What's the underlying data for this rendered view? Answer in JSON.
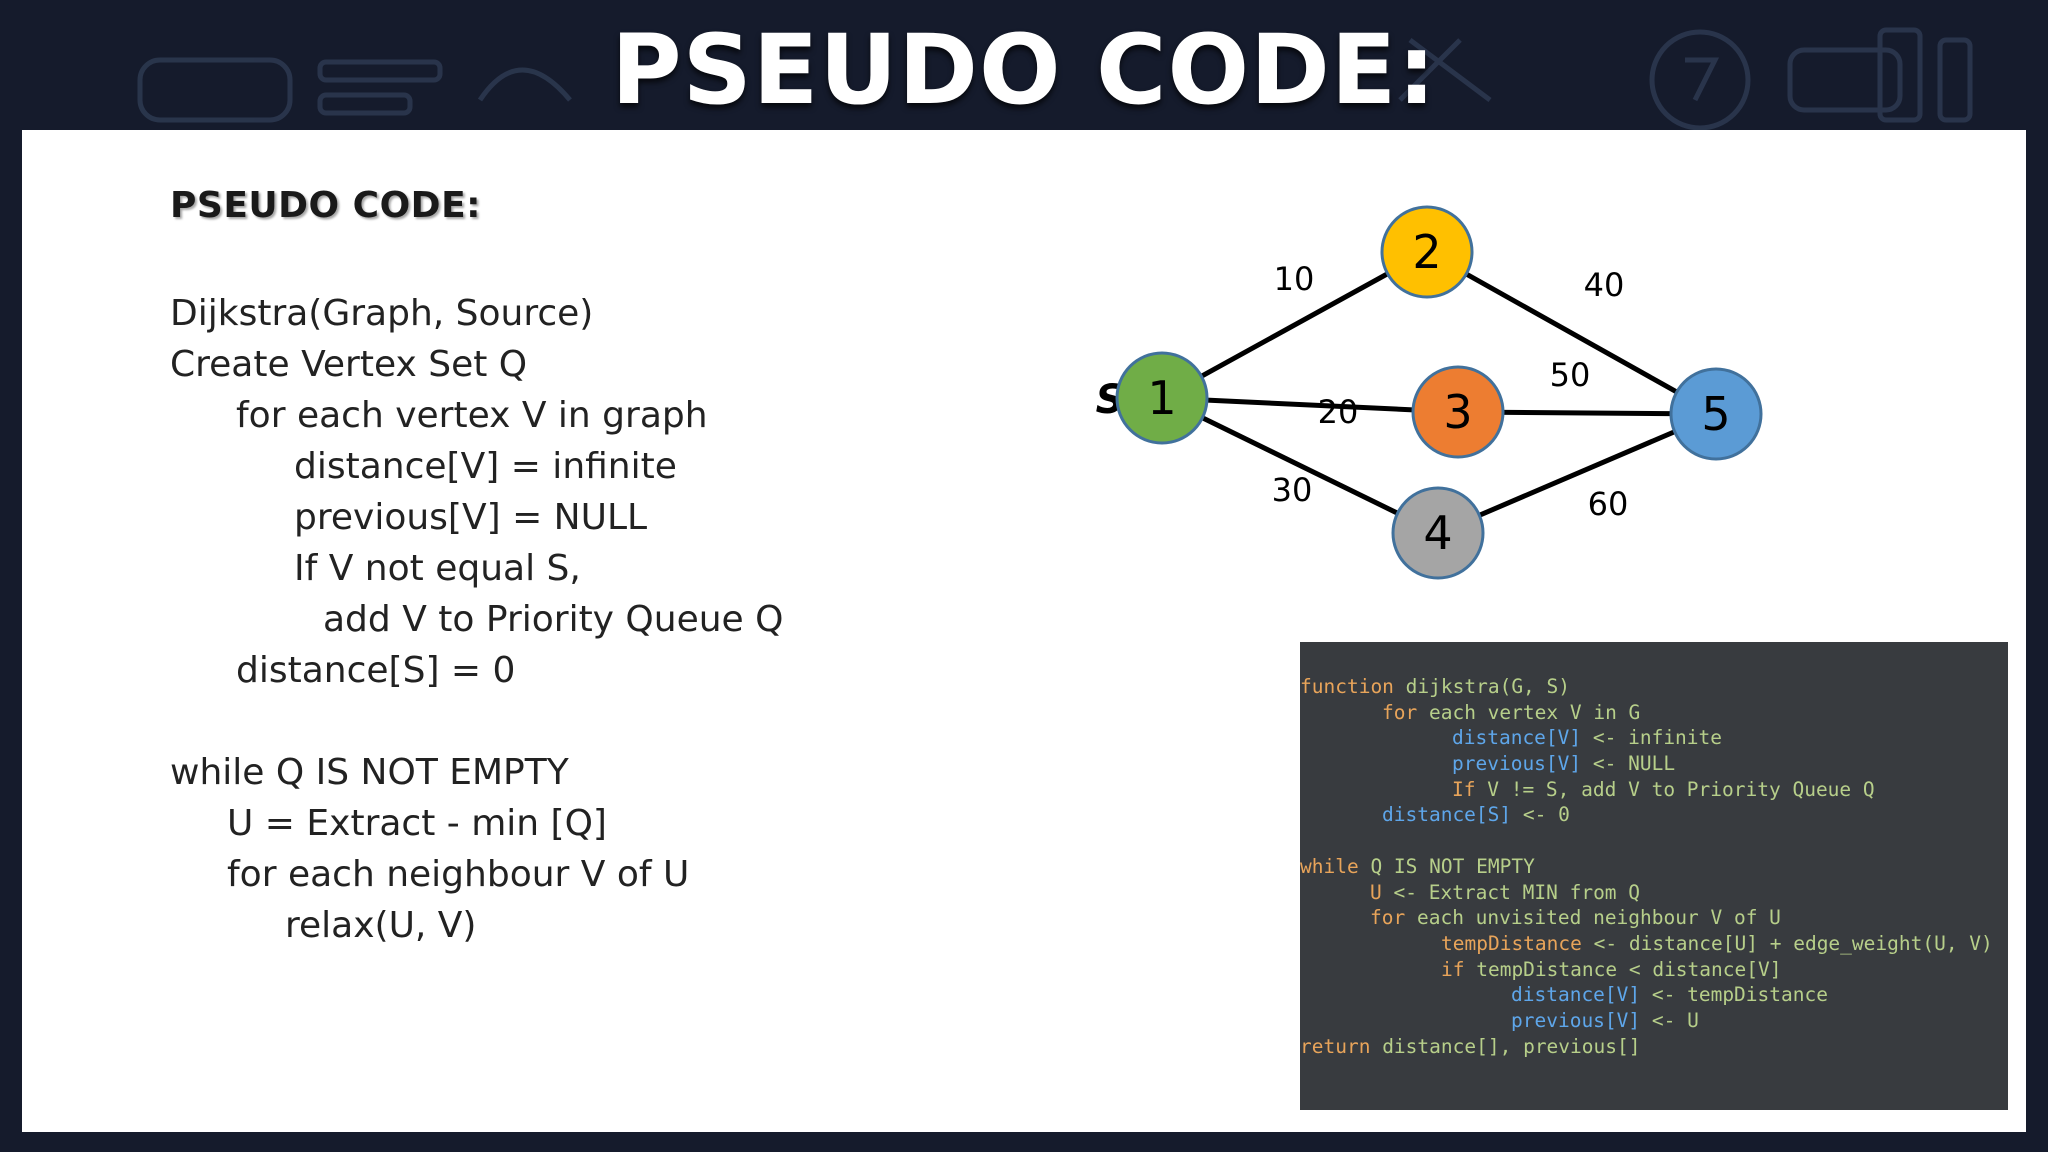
{
  "header": {
    "title": "PSEUDO CODE:"
  },
  "slide": {
    "subtitle": "PSEUDO CODE:",
    "pseudocode": [
      "Dijkstra(Graph, Source)",
      "Create Vertex Set Q",
      "for each vertex V in graph",
      "distance[V] = infinite",
      "previous[V] = NULL",
      "If V not equal S,",
      "add V to Priority Queue Q",
      "distance[S] = 0",
      "while Q IS NOT EMPTY",
      "U = Extract - min [Q]",
      "for each neighbour V of U",
      "relax(U, V)"
    ]
  },
  "graph": {
    "source_label": "S",
    "nodes": [
      {
        "id": "1",
        "color": "#70ad47"
      },
      {
        "id": "2",
        "color": "#ffc000"
      },
      {
        "id": "3",
        "color": "#ed7d31"
      },
      {
        "id": "4",
        "color": "#a5a5a5"
      },
      {
        "id": "5",
        "color": "#5b9bd5"
      }
    ],
    "edges": [
      {
        "from": "1",
        "to": "2",
        "weight": "10"
      },
      {
        "from": "1",
        "to": "3",
        "weight": "20"
      },
      {
        "from": "1",
        "to": "4",
        "weight": "30"
      },
      {
        "from": "2",
        "to": "5",
        "weight": "40"
      },
      {
        "from": "3",
        "to": "5",
        "weight": "50"
      },
      {
        "from": "4",
        "to": "5",
        "weight": "60"
      }
    ]
  },
  "code_panel": {
    "colors": {
      "background": "#383b3f",
      "keyword": "#e8a45a",
      "variable": "#5ea6ea",
      "text": "#b7cf8a"
    },
    "lines": [
      {
        "keyword": "function",
        "rest": " dijkstra(G, S)"
      },
      {
        "keyword": "for",
        "rest": " each vertex V in G"
      },
      {
        "variable": "distance[V]",
        "rest": " <- infinite"
      },
      {
        "variable": "previous[V]",
        "rest": " <- NULL"
      },
      {
        "keyword": "If",
        "rest": " V != S, add V to Priority Queue Q"
      },
      {
        "variable": "distance[S]",
        "rest": " <- 0"
      },
      {
        "keyword": "while",
        "rest": " Q IS NOT EMPTY"
      },
      {
        "keyword": "U",
        "rest": " <- Extract MIN from Q"
      },
      {
        "keyword": "for",
        "rest": " each unvisited neighbour V of U"
      },
      {
        "keyword": "tempDistance",
        "rest": " <- distance[U] + edge_weight(U, V)"
      },
      {
        "keyword": "if",
        "rest": " tempDistance < distance[V]"
      },
      {
        "variable": "distance[V]",
        "rest": " <- tempDistance"
      },
      {
        "variable": "previous[V]",
        "rest": " <- U"
      },
      {
        "keyword": "return",
        "rest": " distance[], previous[]"
      }
    ]
  }
}
